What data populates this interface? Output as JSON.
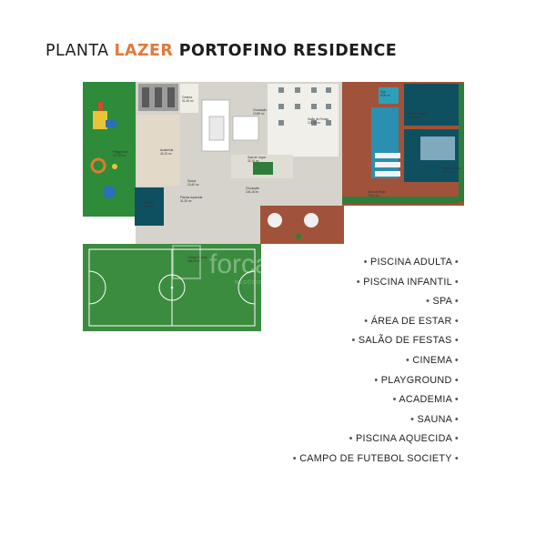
{
  "header": {
    "title_part1": "PLANTA ",
    "title_part2": "LAZER",
    "title_part3": " PORTOFINO RESIDENCE",
    "accent_color": "#e2793c"
  },
  "watermark": {
    "brand": "forcas",
    "tagline": "NEGÓCIOS IMOBILIÁRIOS"
  },
  "plan": {
    "room_labels": [
      {
        "name": "Cinema",
        "area": "31,45 m²"
      },
      {
        "name": "Circulação",
        "area": "10,85 m²"
      },
      {
        "name": "Salão de Festas",
        "area": "101,15 m²"
      },
      {
        "name": "Spa",
        "area": "9,05 m²"
      },
      {
        "name": "Piscina Infantil",
        "area": "21,84 m²"
      },
      {
        "name": "Academia",
        "area": "42,10 m²"
      },
      {
        "name": "Playground",
        "area": "117,39 m²"
      },
      {
        "name": "Sala de Jogos",
        "area": "32,16 m²"
      },
      {
        "name": "Sauna",
        "area": "10,40 m²"
      },
      {
        "name": "Piscina",
        "area": "18,30 m²"
      },
      {
        "name": "Piscina Aquecida",
        "area": "31,30 m²"
      },
      {
        "name": "Circulação",
        "area": "146,16 m²"
      },
      {
        "name": "Piscina Adulta",
        "area": "29,16 m²"
      },
      {
        "name": "Área de Estar",
        "area": "79,81 m²"
      },
      {
        "name": "Campo Society",
        "area": "338,25 m²"
      }
    ]
  },
  "features": [
    "PISCINA ADULTA",
    "PISCINA INFANTIL",
    "SPA",
    "ÁREA DE ESTAR",
    "SALÃO DE FESTAS",
    "CINEMA",
    "PLAYGROUND",
    "ACADEMIA",
    "SAUNA",
    "PISCINA AQUECIDA",
    "CAMPO DE FUTEBOL SOCIETY"
  ],
  "bullet": "•"
}
